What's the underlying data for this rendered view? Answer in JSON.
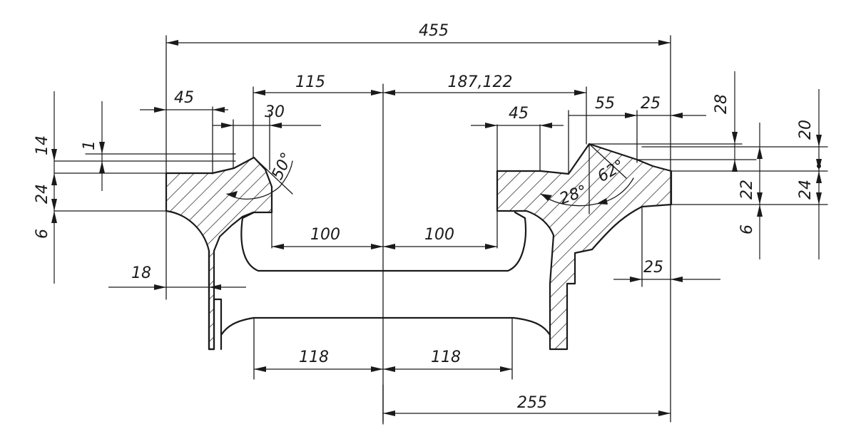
{
  "dimensions": {
    "overall_width": "455",
    "flange_left": "45",
    "to_axis_left": "115",
    "to_axis_right": "187,122",
    "flange_right": "45",
    "throat_right": "55",
    "rim_right": "25",
    "groove_offset": "30",
    "inner_left": "100",
    "inner_right": "100",
    "web_left": "18",
    "web_right": "25",
    "bore_left": "118",
    "bore_right": "118",
    "half_width": "255",
    "height_14": "14",
    "height_1": "1",
    "height_24_left": "24",
    "height_6_left": "6",
    "height_28": "28",
    "height_20": "20",
    "height_22": "22",
    "height_24_right": "24",
    "height_6_right": "6"
  },
  "angles": {
    "left": "50°",
    "right_inner": "28°",
    "right_outer": "62°"
  }
}
